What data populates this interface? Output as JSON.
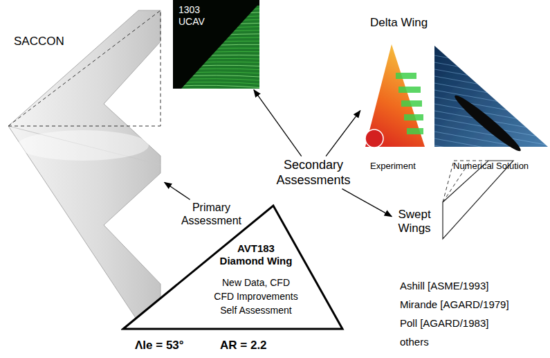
{
  "diagram": {
    "nodes": [
      {
        "text": [
          "SACCON"
        ]
      },
      {
        "text": [
          "1303 UCAV"
        ]
      },
      {
        "text": [
          "Delta Wing",
          "Experiment",
          "Numerical Solution"
        ]
      },
      {
        "text": [
          "Secondary Assessments"
        ]
      },
      {
        "text": [
          "Primary Assessment"
        ]
      },
      {
        "text": [
          "AVT183 Diamond Wing",
          "New Data, CFD",
          "CFD Improvements",
          "Self Assessment"
        ]
      },
      {
        "text": [
          "Swept Wings"
        ]
      }
    ],
    "edges": [
      {
        "from": 4,
        "to": 0,
        "arrow": "to"
      },
      {
        "from": 3,
        "to": 1,
        "arrow": "to"
      },
      {
        "from": 3,
        "to": 2,
        "arrow": "to"
      },
      {
        "from": 3,
        "to": 6,
        "arrow": "to"
      }
    ],
    "labels": [
      "Λle = 53°",
      "AR = 2.2",
      "Ashill [ASME/1993]",
      "Mirande [AGARD/1979]",
      "Poll [AGARD/1983]",
      "others"
    ]
  }
}
